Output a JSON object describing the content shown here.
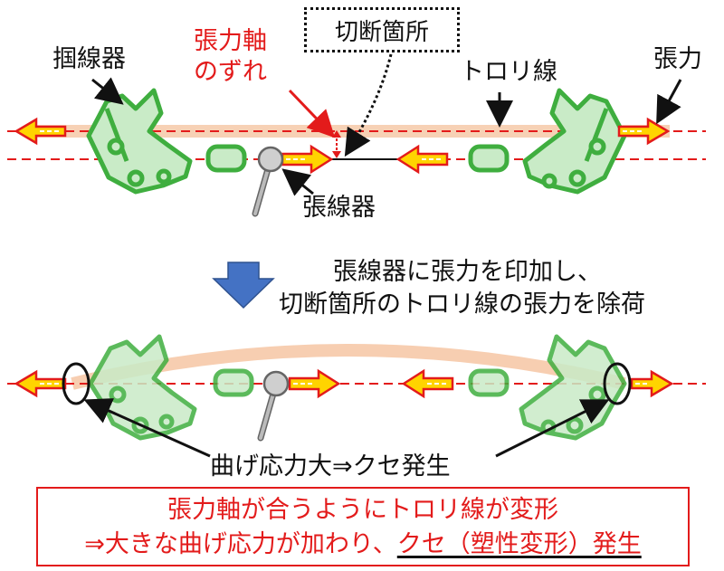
{
  "top": {
    "label_clamp": "掴線器",
    "label_axis_shift_line1": "張力軸",
    "label_axis_shift_line2": "のずれ",
    "label_cut_point": "切断箇所",
    "label_trolley_wire": "トロリ線",
    "label_tension": "張力",
    "label_tensioner": "張線器"
  },
  "middle": {
    "caption_line1": "張線器に張力を印加し、",
    "caption_line2": "切断箇所のトロリ線の張力を除荷"
  },
  "bottom": {
    "label_bending": "曲げ応力大⇒クセ発生"
  },
  "summary": {
    "line1": "張力軸が合うようにトロリ線が変形",
    "line2_prefix": "⇒大きな曲げ応力が加わり、",
    "line2_underlined": "クセ（塑性変形）発生"
  },
  "colors": {
    "red": "#e31b1b",
    "arrow_fill": "#ffd400",
    "arrow_outline": "#e31b1b",
    "clamp_fill": "#c9ebc7",
    "clamp_stroke": "#3fae3f",
    "wire_band": "#f6c9a8",
    "down_arrow": "#4472c4"
  }
}
